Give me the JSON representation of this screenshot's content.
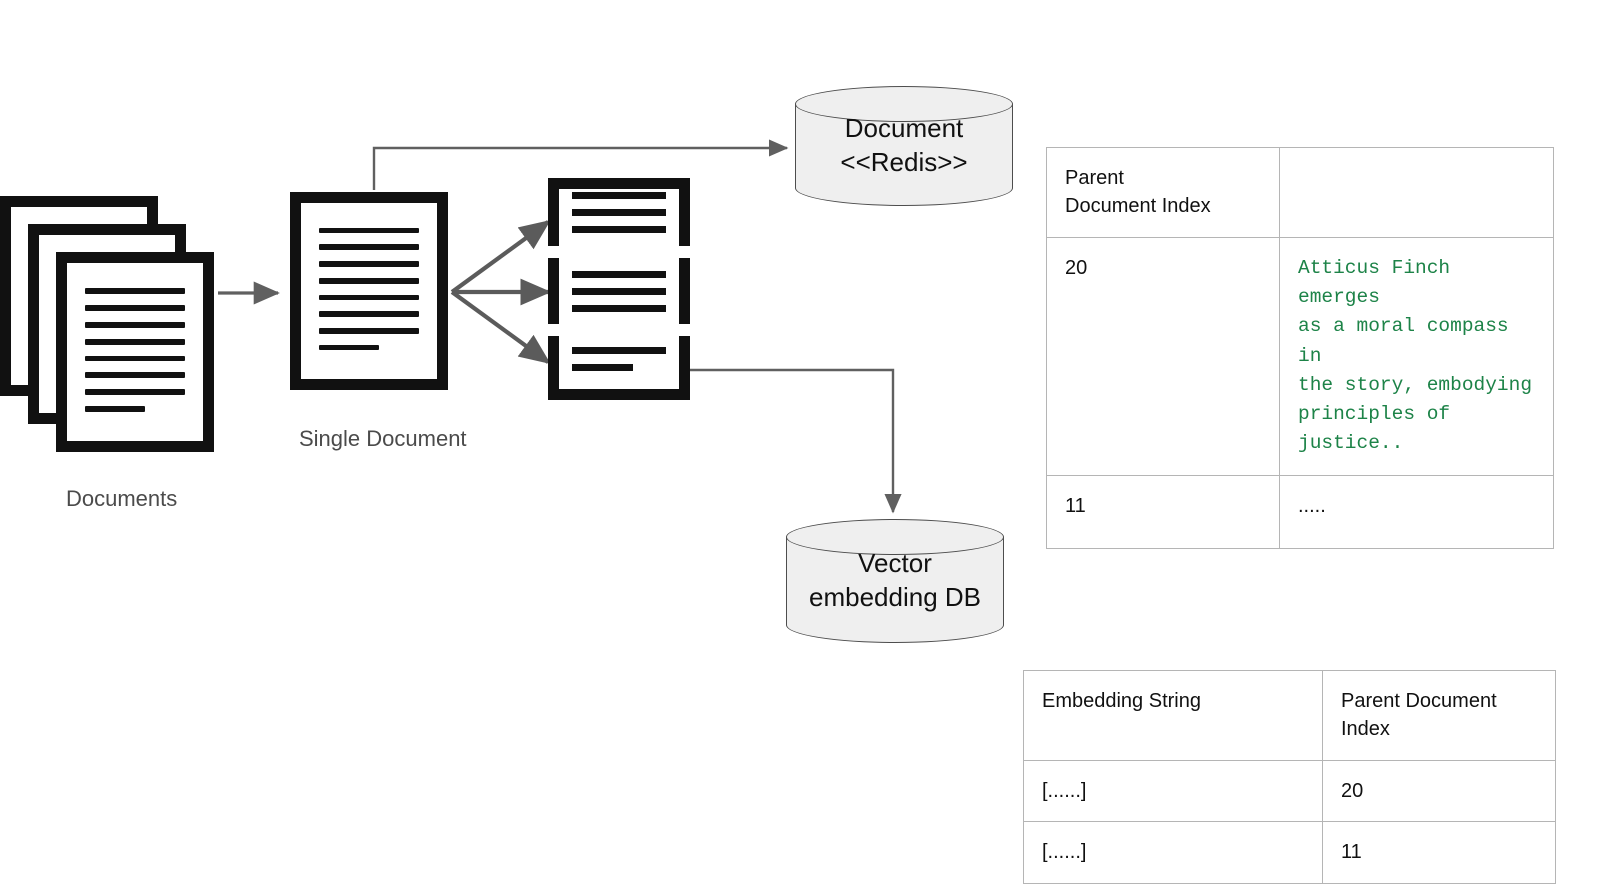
{
  "diagram": {
    "title": "Parent document retrieval indexing flow",
    "colors": {
      "icon_black": "#111111",
      "connector_gray": "#606060",
      "caption_gray": "#4b4b4b",
      "cylinder_fill": "#efefef",
      "cylinder_stroke": "#4d4d4d",
      "table_border": "#b5b5b5",
      "mono_green": "#1d8348"
    }
  },
  "nodes": {
    "documents": {
      "label": "Documents",
      "icon": "document-stack-icon",
      "stack_count": 3,
      "line_count": 8
    },
    "single_document": {
      "label": "Single Document",
      "icon": "document-icon",
      "line_count": 8
    },
    "chunks": {
      "icon": "split-document-chunks-icon",
      "count": 3,
      "pieces": [
        {
          "lines": 3
        },
        {
          "lines": 3
        },
        {
          "lines": 2
        }
      ]
    },
    "document_store": {
      "label_line1": "Document",
      "label_line2": "<<Redis>>",
      "icon": "database-cylinder-icon"
    },
    "vector_store": {
      "label_line1": "Vector",
      "label_line2": "embedding DB",
      "icon": "database-cylinder-icon"
    }
  },
  "parent_doc_table": {
    "name": "Parent Document Index table",
    "headers": [
      "Parent\nDocument Index",
      ""
    ],
    "header_col1_line1": "Parent",
    "header_col1_line2": "Document Index",
    "header_col2": "",
    "rows": [
      {
        "index": "20",
        "text": "Atticus Finch emerges\nas a moral compass in\nthe story, embodying\nprinciples of\njustice.."
      },
      {
        "index": "11",
        "text": "....."
      }
    ]
  },
  "embedding_table": {
    "name": "Embedding String table",
    "headers": [
      "Embedding String",
      "Parent Document Index"
    ],
    "rows": [
      {
        "embedding": "[......]",
        "parent_index": "20"
      },
      {
        "embedding": "[......]",
        "parent_index": "11"
      }
    ]
  },
  "connectors": [
    {
      "name": "documents-to-single-document",
      "from": "documents",
      "to": "single_document",
      "style": "arrow"
    },
    {
      "name": "single-document-to-redis",
      "from": "single_document",
      "to": "document_store",
      "style": "elbow-arrow"
    },
    {
      "name": "single-document-to-chunk-1",
      "from": "single_document",
      "to": "chunk-1",
      "style": "arrow"
    },
    {
      "name": "single-document-to-chunk-2",
      "from": "single_document",
      "to": "chunk-2",
      "style": "arrow"
    },
    {
      "name": "single-document-to-chunk-3",
      "from": "single_document",
      "to": "chunk-3",
      "style": "arrow"
    },
    {
      "name": "chunk-3-to-vector-db",
      "from": "chunks",
      "to": "vector_store",
      "style": "elbow-arrow"
    }
  ]
}
